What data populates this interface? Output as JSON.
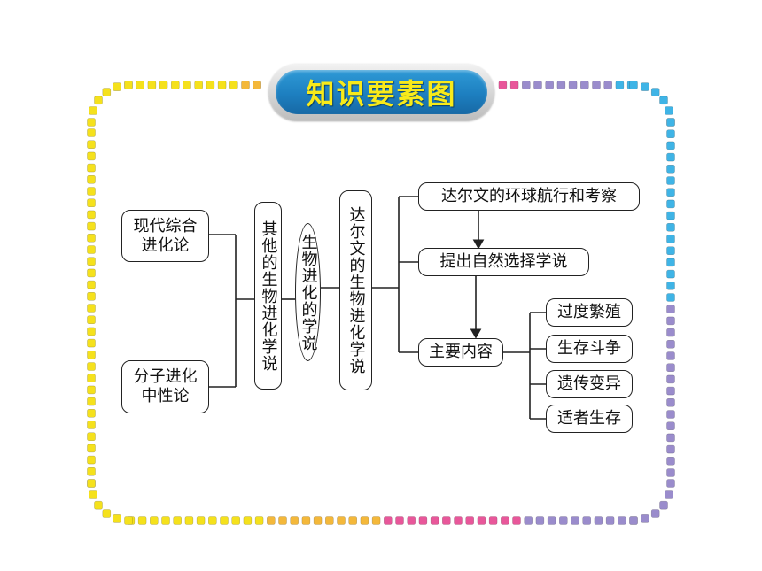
{
  "title": "知识要素图",
  "nodes": {
    "modern_synthesis": "现代综合进化论",
    "neutral_theory": "分子进化中性论",
    "other_theories": "其他的生物进化学说",
    "evolution_theories": "生物进化的学说",
    "darwin_theory": "达尔文的生物进化学说",
    "voyage": "达尔文的环球航行和考察",
    "natural_selection": "提出自然选择学说",
    "main_content": "主要内容",
    "overproduction": "过度繁殖",
    "struggle": "生存斗争",
    "heredity_variation": "遗传变异",
    "survival_fittest": "适者生存"
  },
  "colors": {
    "title_bg": "#1d7fc0",
    "title_text": "#f8ea1a",
    "border_dots": [
      "#f5e11c",
      "#f4b83a",
      "#e8579a",
      "#9a8ccc",
      "#3fb4e6"
    ]
  }
}
